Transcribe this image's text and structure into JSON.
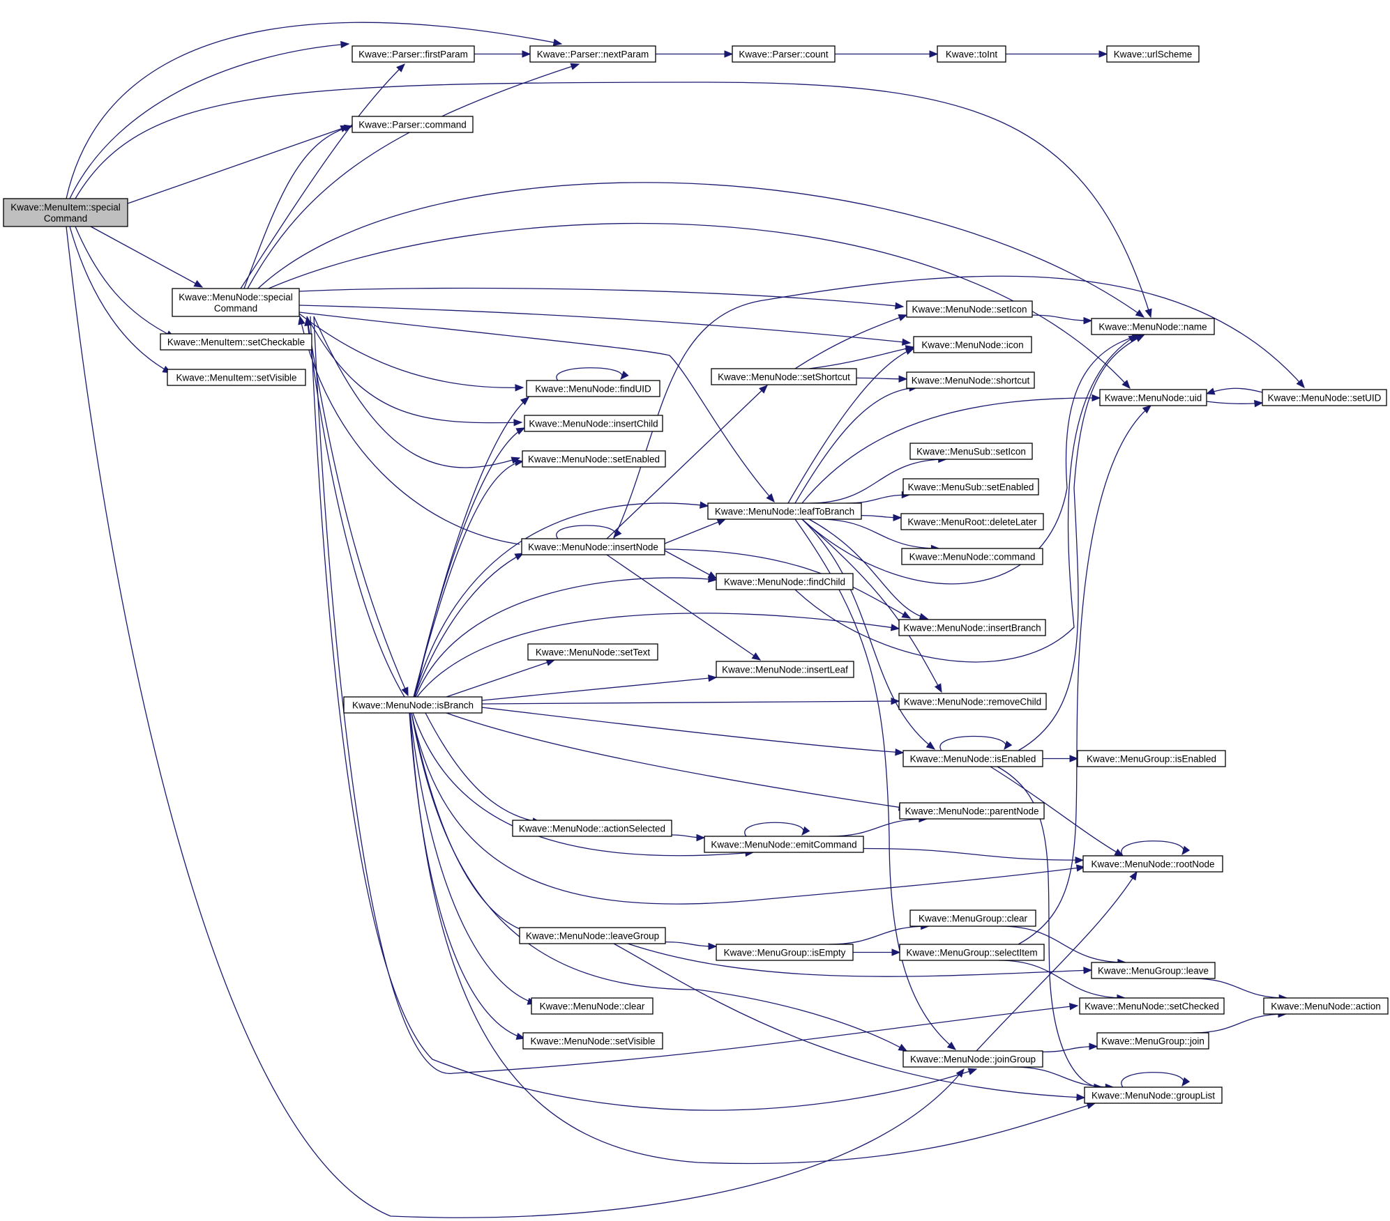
{
  "diagram": {
    "nodes": [
      {
        "id": "mi_special",
        "lines": [
          "Kwave::MenuItem::special",
          "Command"
        ],
        "root": true
      },
      {
        "id": "p_first",
        "lines": [
          "Kwave::Parser::firstParam"
        ]
      },
      {
        "id": "p_next",
        "lines": [
          "Kwave::Parser::nextParam"
        ]
      },
      {
        "id": "p_count",
        "lines": [
          "Kwave::Parser::count"
        ]
      },
      {
        "id": "toInt",
        "lines": [
          "Kwave::toInt"
        ]
      },
      {
        "id": "urlScheme",
        "lines": [
          "Kwave::urlScheme"
        ]
      },
      {
        "id": "p_command",
        "lines": [
          "Kwave::Parser::command"
        ]
      },
      {
        "id": "mn_special",
        "lines": [
          "Kwave::MenuNode::special",
          "Command"
        ]
      },
      {
        "id": "mi_setCheckable",
        "lines": [
          "Kwave::MenuItem::setCheckable"
        ]
      },
      {
        "id": "mi_setVisible",
        "lines": [
          "Kwave::MenuItem::setVisible"
        ]
      },
      {
        "id": "mn_setIcon",
        "lines": [
          "Kwave::MenuNode::setIcon"
        ]
      },
      {
        "id": "mn_name",
        "lines": [
          "Kwave::MenuNode::name"
        ]
      },
      {
        "id": "mn_icon",
        "lines": [
          "Kwave::MenuNode::icon"
        ]
      },
      {
        "id": "mn_setShortcut",
        "lines": [
          "Kwave::MenuNode::setShortcut"
        ]
      },
      {
        "id": "mn_shortcut",
        "lines": [
          "Kwave::MenuNode::shortcut"
        ]
      },
      {
        "id": "mn_uid",
        "lines": [
          "Kwave::MenuNode::uid"
        ]
      },
      {
        "id": "mn_setUID",
        "lines": [
          "Kwave::MenuNode::setUID"
        ]
      },
      {
        "id": "mn_findUID",
        "lines": [
          "Kwave::MenuNode::findUID"
        ]
      },
      {
        "id": "mn_insertChild",
        "lines": [
          "Kwave::MenuNode::insertChild"
        ]
      },
      {
        "id": "ms_setIcon",
        "lines": [
          "Kwave::MenuSub::setIcon"
        ]
      },
      {
        "id": "mn_setEnabled",
        "lines": [
          "Kwave::MenuNode::setEnabled"
        ]
      },
      {
        "id": "ms_setEnabled",
        "lines": [
          "Kwave::MenuSub::setEnabled"
        ]
      },
      {
        "id": "mn_leafToBranch",
        "lines": [
          "Kwave::MenuNode::leafToBranch"
        ]
      },
      {
        "id": "mr_deleteLater",
        "lines": [
          "Kwave::MenuRoot::deleteLater"
        ]
      },
      {
        "id": "mn_insertNode",
        "lines": [
          "Kwave::MenuNode::insertNode"
        ]
      },
      {
        "id": "mn_command",
        "lines": [
          "Kwave::MenuNode::command"
        ]
      },
      {
        "id": "mn_findChild",
        "lines": [
          "Kwave::MenuNode::findChild"
        ]
      },
      {
        "id": "mn_insertBranch",
        "lines": [
          "Kwave::MenuNode::insertBranch"
        ]
      },
      {
        "id": "mn_setText",
        "lines": [
          "Kwave::MenuNode::setText"
        ]
      },
      {
        "id": "mn_insertLeaf",
        "lines": [
          "Kwave::MenuNode::insertLeaf"
        ]
      },
      {
        "id": "mn_isBranch",
        "lines": [
          "Kwave::MenuNode::isBranch"
        ]
      },
      {
        "id": "mn_removeChild",
        "lines": [
          "Kwave::MenuNode::removeChild"
        ]
      },
      {
        "id": "mn_isEnabled",
        "lines": [
          "Kwave::MenuNode::isEnabled"
        ]
      },
      {
        "id": "mg_isEnabled",
        "lines": [
          "Kwave::MenuGroup::isEnabled"
        ]
      },
      {
        "id": "mn_parentNode",
        "lines": [
          "Kwave::MenuNode::parentNode"
        ]
      },
      {
        "id": "mn_actionSelected",
        "lines": [
          "Kwave::MenuNode::actionSelected"
        ]
      },
      {
        "id": "mn_emitCommand",
        "lines": [
          "Kwave::MenuNode::emitCommand"
        ]
      },
      {
        "id": "mn_rootNode",
        "lines": [
          "Kwave::MenuNode::rootNode"
        ]
      },
      {
        "id": "mg_clear",
        "lines": [
          "Kwave::MenuGroup::clear"
        ]
      },
      {
        "id": "mn_leaveGroup",
        "lines": [
          "Kwave::MenuNode::leaveGroup"
        ]
      },
      {
        "id": "mg_isEmpty",
        "lines": [
          "Kwave::MenuGroup::isEmpty"
        ]
      },
      {
        "id": "mg_selectItem",
        "lines": [
          "Kwave::MenuGroup::selectItem"
        ]
      },
      {
        "id": "mg_leave",
        "lines": [
          "Kwave::MenuGroup::leave"
        ]
      },
      {
        "id": "mn_action",
        "lines": [
          "Kwave::MenuNode::action"
        ]
      },
      {
        "id": "mn_clear",
        "lines": [
          "Kwave::MenuNode::clear"
        ]
      },
      {
        "id": "mn_setChecked",
        "lines": [
          "Kwave::MenuNode::setChecked"
        ]
      },
      {
        "id": "mg_join",
        "lines": [
          "Kwave::MenuGroup::join"
        ]
      },
      {
        "id": "mn_setVisible",
        "lines": [
          "Kwave::MenuNode::setVisible"
        ]
      },
      {
        "id": "mn_joinGroup",
        "lines": [
          "Kwave::MenuNode::joinGroup"
        ]
      },
      {
        "id": "mn_groupList",
        "lines": [
          "Kwave::MenuNode::groupList"
        ]
      }
    ],
    "edges": [
      [
        "mi_special",
        "p_first"
      ],
      [
        "mi_special",
        "p_next"
      ],
      [
        "mi_special",
        "mn_name"
      ],
      [
        "mi_special",
        "p_command"
      ],
      [
        "mi_special",
        "mn_special"
      ],
      [
        "mi_special",
        "mi_setCheckable"
      ],
      [
        "mi_special",
        "mi_setVisible"
      ],
      [
        "mi_special",
        "mn_joinGroup"
      ],
      [
        "p_first",
        "p_next"
      ],
      [
        "p_next",
        "p_count"
      ],
      [
        "p_count",
        "toInt"
      ],
      [
        "toInt",
        "urlScheme"
      ],
      [
        "mn_special",
        "p_first"
      ],
      [
        "mn_special",
        "p_command"
      ],
      [
        "mn_special",
        "p_next"
      ],
      [
        "mn_special",
        "mn_name"
      ],
      [
        "mn_special",
        "mn_uid"
      ],
      [
        "mn_special",
        "mn_setIcon"
      ],
      [
        "mn_special",
        "mn_icon"
      ],
      [
        "mn_special",
        "mn_findUID"
      ],
      [
        "mn_special",
        "mn_insertChild"
      ],
      [
        "mn_special",
        "mn_setEnabled"
      ],
      [
        "mn_special",
        "mn_leafToBranch"
      ],
      [
        "mn_special",
        "mn_isBranch"
      ],
      [
        "mn_special",
        "mn_joinGroup"
      ],
      [
        "mn_special",
        "mn_setChecked"
      ],
      [
        "mn_setIcon",
        "mn_name"
      ],
      [
        "mn_setShortcut",
        "mn_setIcon"
      ],
      [
        "mn_setShortcut",
        "mn_icon"
      ],
      [
        "mn_setShortcut",
        "mn_shortcut"
      ],
      [
        "mn_uid",
        "mn_setUID"
      ],
      [
        "mn_setUID",
        "mn_uid"
      ],
      [
        "mn_findUID",
        "mn_findUID"
      ],
      [
        "mn_leafToBranch",
        "mn_icon"
      ],
      [
        "mn_leafToBranch",
        "mn_shortcut"
      ],
      [
        "mn_leafToBranch",
        "mn_uid"
      ],
      [
        "mn_leafToBranch",
        "ms_setIcon"
      ],
      [
        "mn_leafToBranch",
        "ms_setEnabled"
      ],
      [
        "mn_leafToBranch",
        "mr_deleteLater"
      ],
      [
        "mn_leafToBranch",
        "mn_command"
      ],
      [
        "mn_leafToBranch",
        "mn_insertBranch"
      ],
      [
        "mn_leafToBranch",
        "mn_removeChild"
      ],
      [
        "mn_leafToBranch",
        "mn_isEnabled"
      ],
      [
        "mn_leafToBranch",
        "mn_joinGroup"
      ],
      [
        "mn_leafToBranch",
        "mn_name"
      ],
      [
        "mn_insertNode",
        "mn_special"
      ],
      [
        "mn_insertNode",
        "mn_setShortcut"
      ],
      [
        "mn_insertNode",
        "mn_setUID"
      ],
      [
        "mn_insertNode",
        "mn_leafToBranch"
      ],
      [
        "mn_insertNode",
        "mn_findChild"
      ],
      [
        "mn_insertNode",
        "mn_insertBranch"
      ],
      [
        "mn_insertNode",
        "mn_insertLeaf"
      ],
      [
        "mn_insertNode",
        "mn_insertNode"
      ],
      [
        "mn_findChild",
        "mn_name"
      ],
      [
        "mn_isBranch",
        "mn_special"
      ],
      [
        "mn_isBranch",
        "mn_findUID"
      ],
      [
        "mn_isBranch",
        "mn_insertChild"
      ],
      [
        "mn_isBranch",
        "mn_setEnabled"
      ],
      [
        "mn_isBranch",
        "mn_leafToBranch"
      ],
      [
        "mn_isBranch",
        "mn_insertNode"
      ],
      [
        "mn_isBranch",
        "mn_findChild"
      ],
      [
        "mn_isBranch",
        "mn_insertBranch"
      ],
      [
        "mn_isBranch",
        "mn_setText"
      ],
      [
        "mn_isBranch",
        "mn_insertLeaf"
      ],
      [
        "mn_isBranch",
        "mn_removeChild"
      ],
      [
        "mn_isBranch",
        "mn_isEnabled"
      ],
      [
        "mn_isBranch",
        "mn_parentNode"
      ],
      [
        "mn_isBranch",
        "mn_actionSelected"
      ],
      [
        "mn_isBranch",
        "mn_emitCommand"
      ],
      [
        "mn_isBranch",
        "mn_rootNode"
      ],
      [
        "mn_isBranch",
        "mn_leaveGroup"
      ],
      [
        "mn_isBranch",
        "mn_clear"
      ],
      [
        "mn_isBranch",
        "mn_setVisible"
      ],
      [
        "mn_isBranch",
        "mn_joinGroup"
      ],
      [
        "mn_isBranch",
        "mn_groupList"
      ],
      [
        "mn_isEnabled",
        "mn_isEnabled"
      ],
      [
        "mn_isEnabled",
        "mg_isEnabled"
      ],
      [
        "mn_isEnabled",
        "mn_rootNode"
      ],
      [
        "mn_isEnabled",
        "mn_groupList"
      ],
      [
        "mn_isEnabled",
        "mn_name"
      ],
      [
        "mn_actionSelected",
        "mn_emitCommand"
      ],
      [
        "mn_emitCommand",
        "mn_emitCommand"
      ],
      [
        "mn_emitCommand",
        "mn_parentNode"
      ],
      [
        "mn_emitCommand",
        "mn_rootNode"
      ],
      [
        "mn_rootNode",
        "mn_rootNode"
      ],
      [
        "mn_leaveGroup",
        "mg_isEmpty"
      ],
      [
        "mn_leaveGroup",
        "mg_leave"
      ],
      [
        "mn_leaveGroup",
        "mn_groupList"
      ],
      [
        "mg_isEmpty",
        "mg_clear"
      ],
      [
        "mg_isEmpty",
        "mg_selectItem"
      ],
      [
        "mg_clear",
        "mg_leave"
      ],
      [
        "mg_selectItem",
        "mn_setChecked"
      ],
      [
        "mg_selectItem",
        "mn_uid"
      ],
      [
        "mg_leave",
        "mn_action"
      ],
      [
        "mg_join",
        "mn_action"
      ],
      [
        "mn_joinGroup",
        "mg_join"
      ],
      [
        "mn_joinGroup",
        "mn_groupList"
      ],
      [
        "mn_joinGroup",
        "mn_rootNode"
      ],
      [
        "mn_groupList",
        "mn_groupList"
      ]
    ]
  }
}
